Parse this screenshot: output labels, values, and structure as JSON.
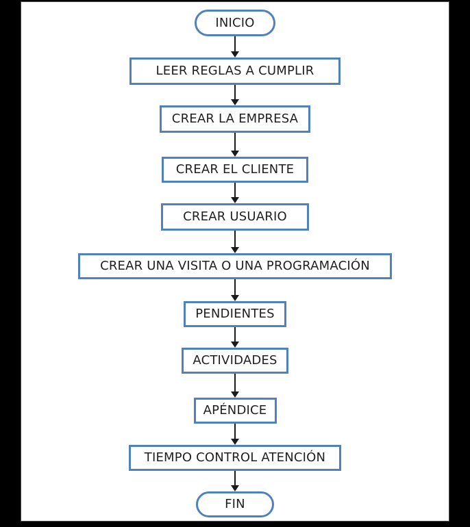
{
  "page": {
    "background_color": "#000000",
    "canvas_color": "#ffffff"
  },
  "flowchart": {
    "type": "flowchart",
    "direction": "top-to-bottom",
    "accent_color": "#4f81bd",
    "line_color": "#1a1a1a",
    "text_color": "#1f1f1f",
    "nodes": [
      {
        "type": "terminator",
        "label": "INICIO"
      },
      {
        "type": "process",
        "label": "LEER REGLAS A CUMPLIR"
      },
      {
        "type": "process",
        "label": "CREAR LA EMPRESA"
      },
      {
        "type": "process",
        "label": "CREAR EL CLIENTE"
      },
      {
        "type": "process",
        "label": "CREAR USUARIO"
      },
      {
        "type": "process",
        "label": "CREAR UNA VISITA O UNA PROGRAMACIÓN"
      },
      {
        "type": "process",
        "label": "PENDIENTES"
      },
      {
        "type": "process",
        "label": "ACTIVIDADES"
      },
      {
        "type": "process",
        "label": "APÉNDICE"
      },
      {
        "type": "process",
        "label": "TIEMPO CONTROL ATENCIÓN"
      },
      {
        "type": "terminator",
        "label": "FIN"
      }
    ],
    "connections": [
      [
        0,
        1
      ],
      [
        1,
        2
      ],
      [
        2,
        3
      ],
      [
        3,
        4
      ],
      [
        4,
        5
      ],
      [
        5,
        6
      ],
      [
        6,
        7
      ],
      [
        7,
        8
      ],
      [
        8,
        9
      ],
      [
        9,
        10
      ]
    ]
  }
}
